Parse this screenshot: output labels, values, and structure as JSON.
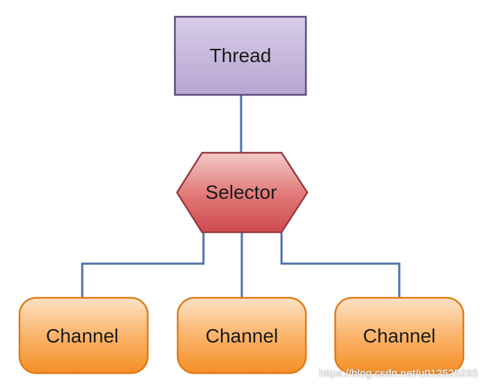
{
  "diagram": {
    "thread": {
      "label": "Thread",
      "color": "#c7b9dc",
      "border": "#5e4a80"
    },
    "selector": {
      "label": "Selector",
      "color": "#d9595a",
      "border": "#963c42"
    },
    "channels": [
      {
        "label": "Channel"
      },
      {
        "label": "Channel"
      },
      {
        "label": "Channel"
      }
    ],
    "channel_colors": {
      "top": "#fbd7b3",
      "bottom": "#f6952f",
      "border": "#e07a15"
    },
    "connector_color": "#4b71a8"
  },
  "watermark": "https://blog.csdn.net/u012525295"
}
